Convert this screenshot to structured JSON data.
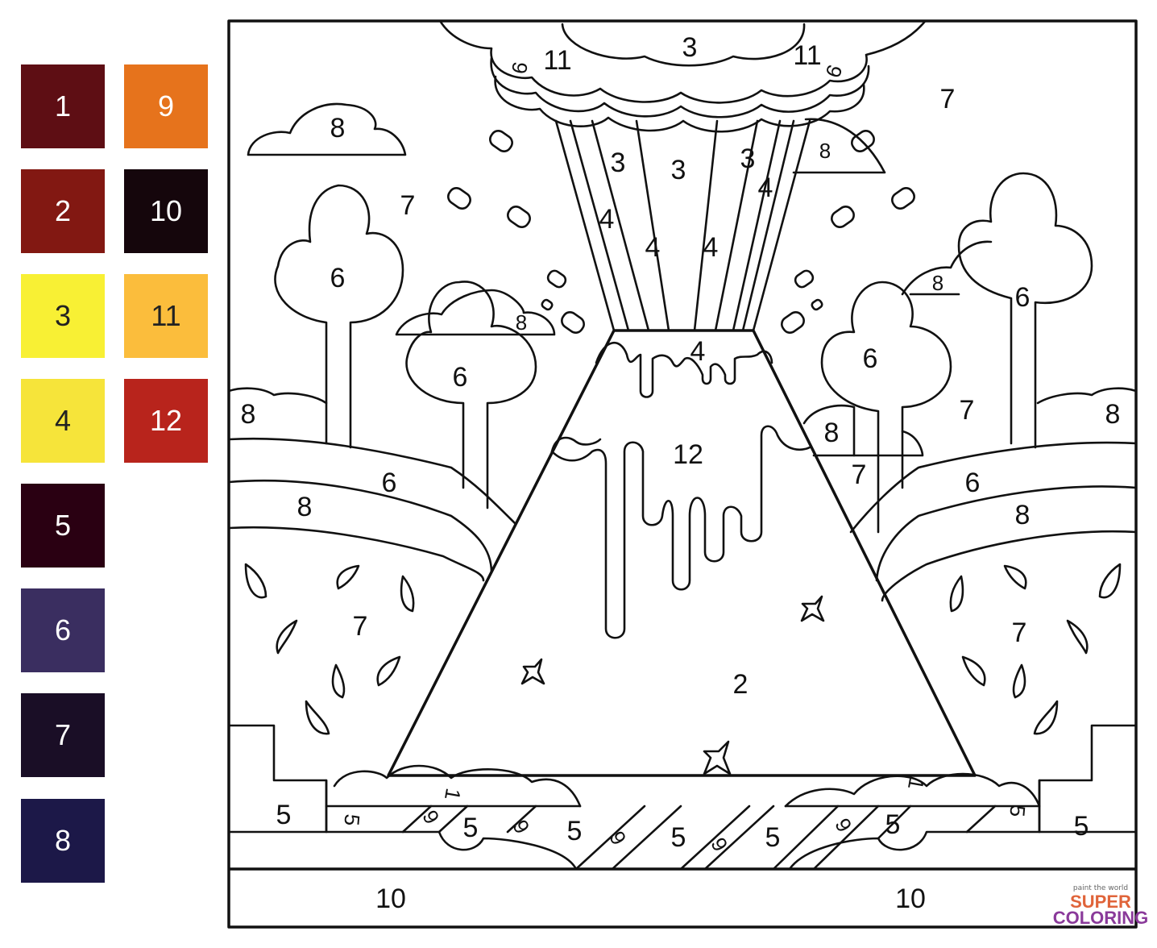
{
  "palette": [
    {
      "num": "1",
      "color": "#5e0e14"
    },
    {
      "num": "2",
      "color": "#821812"
    },
    {
      "num": "3",
      "color": "#f8f034"
    },
    {
      "num": "4",
      "color": "#f6e43a"
    },
    {
      "num": "5",
      "color": "#2a0012"
    },
    {
      "num": "6",
      "color": "#3a2e60"
    },
    {
      "num": "7",
      "color": "#1a0e26"
    },
    {
      "num": "8",
      "color": "#1c1848"
    },
    {
      "num": "9",
      "color": "#e6731c"
    },
    {
      "num": "10",
      "color": "#15060c"
    },
    {
      "num": "11",
      "color": "#fbbd3c"
    },
    {
      "num": "12",
      "color": "#b8241c"
    }
  ],
  "regions": {
    "n1": "1",
    "n2": "2",
    "n3": "3",
    "n4": "4",
    "n5": "5",
    "n6": "6",
    "n7": "7",
    "n8": "8",
    "n9": "9",
    "n10": "10",
    "n11": "11",
    "n12": "12"
  },
  "watermark": {
    "line1": "paint the world",
    "line2": "SUPER",
    "line3": "COLORING"
  }
}
